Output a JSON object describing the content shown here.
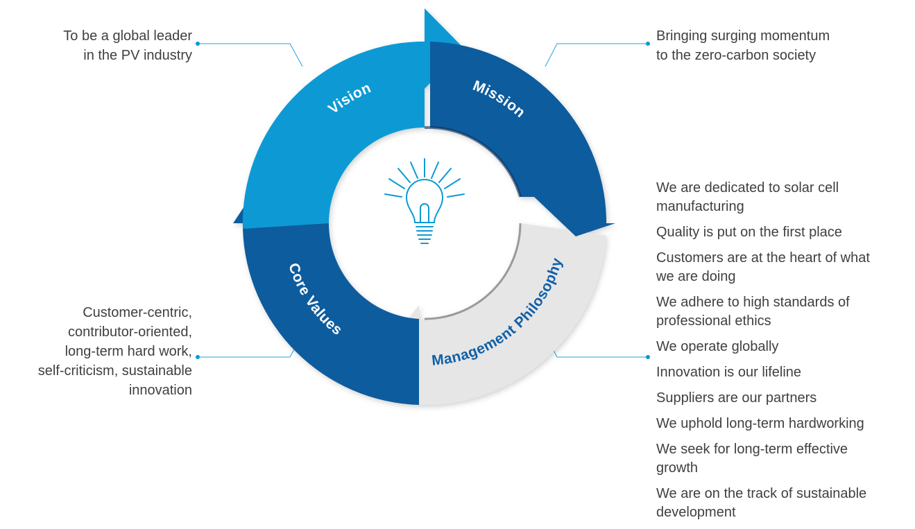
{
  "diagram": {
    "segments": [
      {
        "key": "vision",
        "label": "Vision",
        "color": "#0a9ad4"
      },
      {
        "key": "mission",
        "label": "Mission",
        "color": "#0d5c9e"
      },
      {
        "key": "philosophy",
        "label": "Management Philosophy",
        "color": "#e8e8e8"
      },
      {
        "key": "core",
        "label": "Core Values",
        "color": "#0d5c9e"
      }
    ],
    "center_icon": "lightbulb-icon",
    "accent_color": "#0a9ad4",
    "line_color": "#2a9fd6"
  },
  "vision": {
    "lines": [
      "To be a global leader",
      "in the PV industry"
    ]
  },
  "mission": {
    "lines": [
      "Bringing surging momentum",
      "to the zero-carbon society"
    ]
  },
  "core_values": {
    "lines": [
      "Customer-centric,",
      "contributor-oriented,",
      "long-term hard work,",
      "self-criticism, sustainable",
      "innovation"
    ]
  },
  "philosophy": {
    "items": [
      "We are dedicated to solar cell manufacturing",
      "Quality is put on the first place",
      "Customers are at the heart of what we are doing",
      "We adhere to high standards of professional ethics",
      "We operate globally",
      "Innovation is our lifeline",
      "Suppliers are our partners",
      "We uphold long-term hardworking",
      "We seek for long-term effective growth",
      "We are on the track of sustainable development"
    ]
  }
}
